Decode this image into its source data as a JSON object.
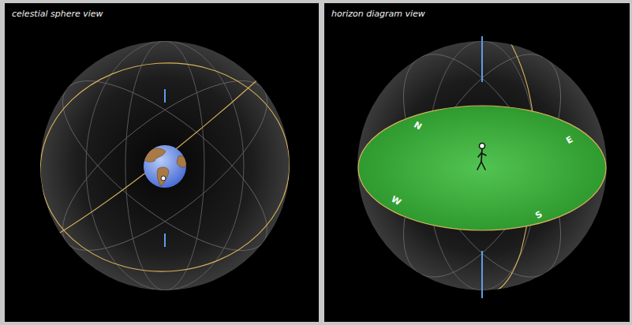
{
  "diagram": {
    "nodes": [
      {
        "text": [
          "celestial sphere view"
        ]
      },
      {
        "text": [
          "horizon diagram view"
        ]
      },
      {
        "text": [
          "N",
          "E",
          "W",
          "S"
        ],
        "in": 1
      }
    ]
  }
}
